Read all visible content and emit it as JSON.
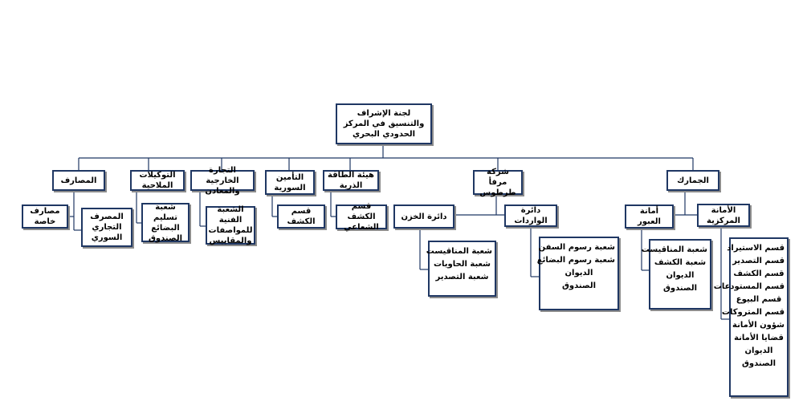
{
  "colors": {
    "border": "#1f3763",
    "connector": "#1f3763",
    "shadow": "#8c8c8c"
  },
  "root": "لجنة الإشراف والتنسيق في المركز الحدودي البحري",
  "departments": {
    "customs": "الجمارك",
    "port_company": "شركة مرفأ طرطوس",
    "atomic_energy": "هيئة الطاقة الذرية",
    "syrian_insurance": "التأمين السورية",
    "foreign_trade": "التجارة الخارجية والمعادن",
    "shipping_agencies": "التوكيلات الملاحية",
    "banks": "المصارف"
  },
  "units": {
    "central_secretariat": "الأمانة المركزية",
    "transit_secretariat": "أمانة العبور",
    "imports_dept": "دائرة الواردات",
    "storage_dept": "دائرة الخزن",
    "atomic_detection": "قسم الكشف الشعاعي",
    "insurance_detection": "قسم الكشف",
    "standards": "الشعبة الفنية للمواصفات والمقاييس",
    "goods_delivery": "شعبة تسليم البضائع الصندوق",
    "commercial_bank": "المصرف التجاري السوري",
    "private_banks": "مصارف خاصة"
  },
  "lists": {
    "central_secretariat": [
      "قسم الاستيراد",
      "قسم التصدير",
      "قسم الكشف",
      "قسم المستودعات",
      "قسم البيوع",
      "قسم المتروكات",
      "شؤون الأمانة",
      "قضايا الأمانة",
      "الديوان",
      "الصندوق"
    ],
    "transit_secretariat": [
      "شعبة المناقيست",
      "شعبة الكشف",
      "الديوان",
      "الصندوق"
    ],
    "imports_dept": [
      "شعبة رسوم السفن",
      "شعبة رسوم البضائع",
      "الديوان",
      "الصندوق"
    ],
    "storage_dept": [
      "شعبة المناقيست",
      "شعبة الحاويات",
      "شعبة التصدير"
    ]
  }
}
